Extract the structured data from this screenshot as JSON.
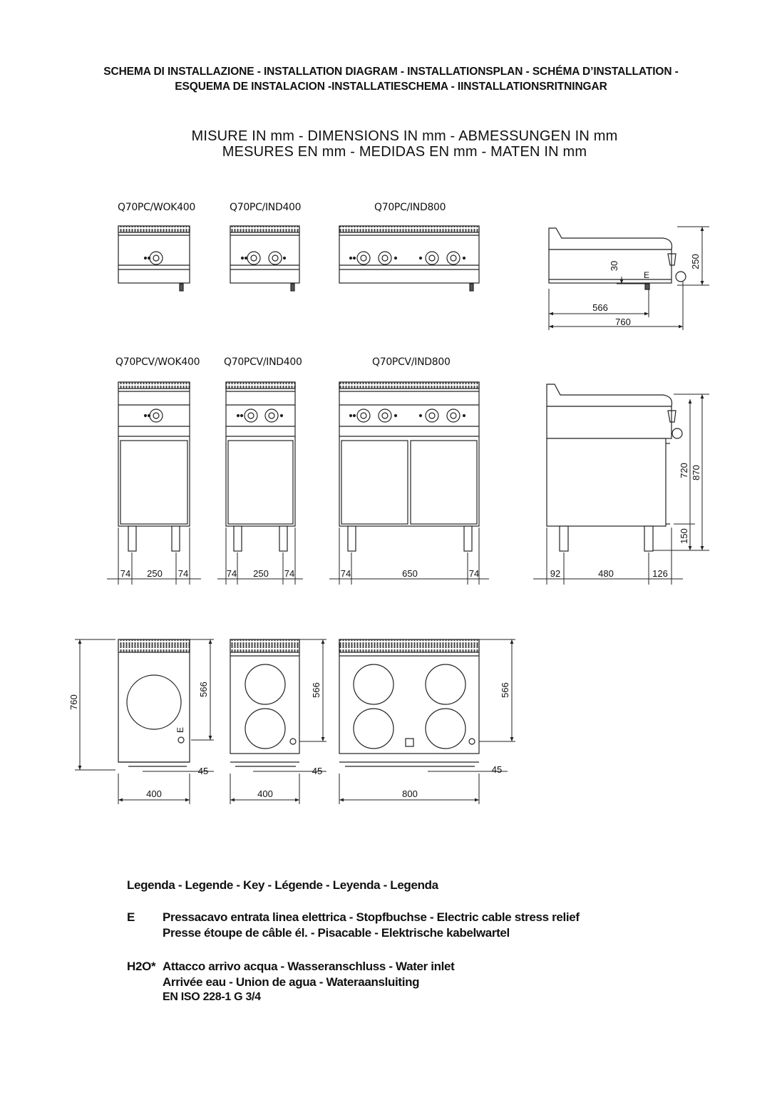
{
  "header": {
    "line1": "SCHEMA DI INSTALLAZIONE - INSTALLATION DIAGRAM - INSTALLATIONSPLAN - SCHÉMA D’INSTALLATION -",
    "line2": "ESQUEMA DE INSTALACION -INSTALLATIESCHEMA - IINSTALLATIONSRITNINGAR",
    "units1": "MISURE IN mm - DIMENSIONS IN mm - ABMESSUNGEN IN mm",
    "units2": "MESURES EN mm - MEDIDAS EN mm - MATEN IN mm"
  },
  "models": {
    "top": [
      "Q70PC/WOK400",
      "Q70PC/IND400",
      "Q70PC/IND800"
    ],
    "middle": [
      "Q70PCV/WOK400",
      "Q70PCV/IND400",
      "Q70PCV/IND800"
    ]
  },
  "dimensions": {
    "side_top": {
      "h250": "250",
      "h30": "30",
      "d566": "566",
      "d760": "760",
      "e_mark": "E"
    },
    "front_mid": {
      "a": "74",
      "b": "250",
      "c": "74",
      "d": "74",
      "e": "250",
      "f": "74",
      "g": "74",
      "h": "650",
      "i": "74"
    },
    "side_mid": {
      "a": "92",
      "b": "480",
      "c": "126",
      "h720": "720",
      "h870": "870",
      "h150": "150"
    },
    "plan": {
      "d760": "760",
      "d566a": "566",
      "d566b": "566",
      "d566c": "566",
      "w400a": "400",
      "w400b": "400",
      "w800": "800",
      "s45a": "45",
      "s45b": "45",
      "s45c": "45",
      "e_mark": "E"
    }
  },
  "legend": {
    "title": "Legenda - Legende - Key - Légende - Leyenda - Legenda",
    "e_key": "E",
    "e_line1": "Pressacavo entrata linea elettrica - Stopfbuchse - Electric cable stress relief",
    "e_line2": "Presse étoupe de câble él. - Pisacable - Elektrische kabelwartel",
    "h2o_key": "H2O*",
    "h2o_line1": "Attacco arrivo acqua - Wasseranschluss - Water inlet",
    "h2o_line2": "Arrivée eau - Union de agua - Wateraansluiting",
    "h2o_line3": "EN ISO 228-1 G 3/4"
  }
}
